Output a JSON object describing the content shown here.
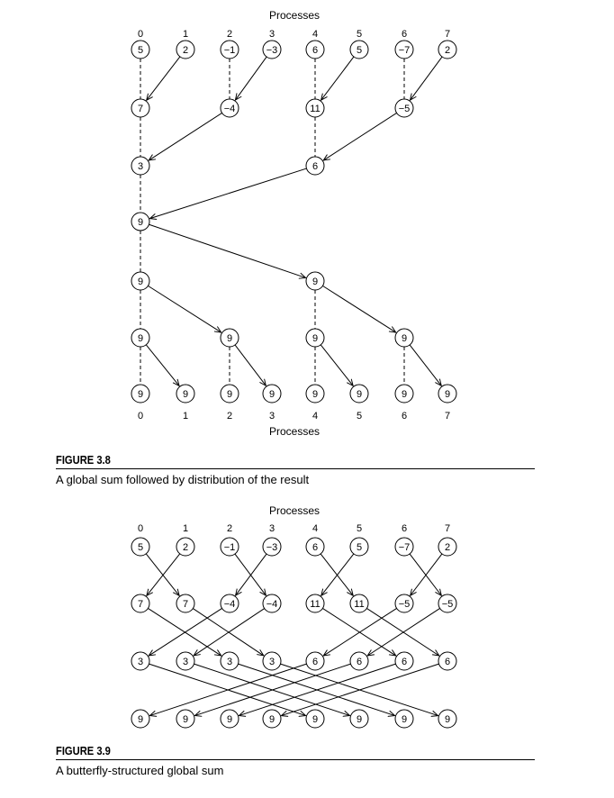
{
  "figures": [
    {
      "label": "FIGURE 3.8",
      "caption": "A global sum followed by distribution of the result",
      "top_axis_title": "Processes",
      "bottom_axis_title": "Processes",
      "top_process_ids": [
        "0",
        "1",
        "2",
        "3",
        "4",
        "5",
        "6",
        "7"
      ],
      "bottom_process_ids": [
        "0",
        "1",
        "2",
        "3",
        "4",
        "5",
        "6",
        "7"
      ],
      "rows": [
        [
          "5",
          "2",
          "−1",
          "−3",
          "6",
          "5",
          "−7",
          "2"
        ],
        [
          "7",
          null,
          "−4",
          null,
          "11",
          null,
          "−5",
          null
        ],
        [
          "3",
          null,
          null,
          null,
          "6",
          null,
          null,
          null
        ],
        [
          "9",
          null,
          null,
          null,
          null,
          null,
          null,
          null
        ],
        [
          "9",
          null,
          null,
          null,
          "9",
          null,
          null,
          null
        ],
        [
          "9",
          null,
          "9",
          null,
          "9",
          null,
          "9",
          null
        ],
        [
          "9",
          "9",
          "9",
          "9",
          "9",
          "9",
          "9",
          "9"
        ]
      ],
      "arrows": [
        [
          [
            0,
            1
          ],
          [
            1,
            0
          ]
        ],
        [
          [
            0,
            3
          ],
          [
            1,
            2
          ]
        ],
        [
          [
            0,
            5
          ],
          [
            1,
            4
          ]
        ],
        [
          [
            0,
            7
          ],
          [
            1,
            6
          ]
        ],
        [
          [
            1,
            2
          ],
          [
            2,
            0
          ]
        ],
        [
          [
            1,
            6
          ],
          [
            2,
            4
          ]
        ],
        [
          [
            2,
            4
          ],
          [
            3,
            0
          ]
        ],
        [
          [
            3,
            0
          ],
          [
            4,
            4
          ]
        ],
        [
          [
            4,
            0
          ],
          [
            5,
            2
          ]
        ],
        [
          [
            4,
            4
          ],
          [
            5,
            6
          ]
        ],
        [
          [
            5,
            0
          ],
          [
            6,
            1
          ]
        ],
        [
          [
            5,
            2
          ],
          [
            6,
            3
          ]
        ],
        [
          [
            5,
            4
          ],
          [
            6,
            5
          ]
        ],
        [
          [
            5,
            6
          ],
          [
            6,
            7
          ]
        ]
      ],
      "dashed": [
        [
          [
            0,
            0
          ],
          [
            1,
            0
          ]
        ],
        [
          [
            0,
            2
          ],
          [
            1,
            2
          ]
        ],
        [
          [
            0,
            4
          ],
          [
            1,
            4
          ]
        ],
        [
          [
            0,
            6
          ],
          [
            1,
            6
          ]
        ],
        [
          [
            1,
            0
          ],
          [
            2,
            0
          ]
        ],
        [
          [
            1,
            4
          ],
          [
            2,
            4
          ]
        ],
        [
          [
            2,
            0
          ],
          [
            3,
            0
          ]
        ],
        [
          [
            3,
            0
          ],
          [
            4,
            0
          ]
        ],
        [
          [
            4,
            0
          ],
          [
            5,
            0
          ]
        ],
        [
          [
            4,
            4
          ],
          [
            5,
            4
          ]
        ],
        [
          [
            5,
            0
          ],
          [
            6,
            0
          ]
        ],
        [
          [
            5,
            2
          ],
          [
            6,
            2
          ]
        ],
        [
          [
            5,
            4
          ],
          [
            6,
            4
          ]
        ],
        [
          [
            5,
            6
          ],
          [
            6,
            6
          ]
        ]
      ]
    },
    {
      "label": "FIGURE 3.9",
      "caption": "A butterfly-structured global sum",
      "top_axis_title": "Processes",
      "top_process_ids": [
        "0",
        "1",
        "2",
        "3",
        "4",
        "5",
        "6",
        "7"
      ],
      "rows": [
        [
          "5",
          "2",
          "−1",
          "−3",
          "6",
          "5",
          "−7",
          "2"
        ],
        [
          "7",
          "7",
          "−4",
          "−4",
          "11",
          "11",
          "−5",
          "−5"
        ],
        [
          "3",
          "3",
          "3",
          "3",
          "6",
          "6",
          "6",
          "6"
        ],
        [
          "9",
          "9",
          "9",
          "9",
          "9",
          "9",
          "9",
          "9"
        ]
      ],
      "stage_partner_offsets": [
        1,
        2,
        4
      ]
    }
  ]
}
